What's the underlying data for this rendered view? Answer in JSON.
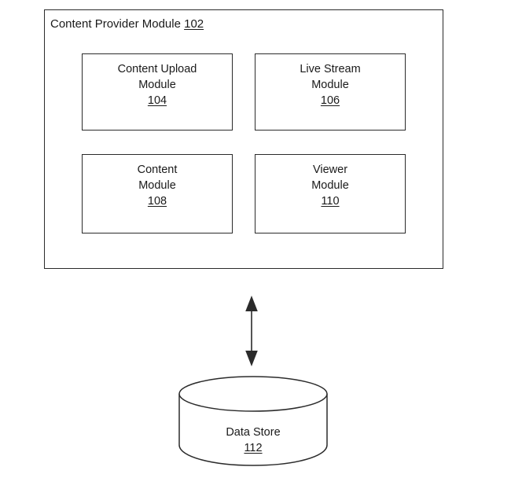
{
  "diagram": {
    "container": {
      "title_text": "Content Provider Module",
      "title_ref": "102",
      "name": "Content Provider Module 102"
    },
    "modules": [
      {
        "line1": "Content Upload",
        "line2": "Module",
        "ref": "104"
      },
      {
        "line1": "Live Stream",
        "line2": "Module",
        "ref": "106"
      },
      {
        "line1": "Content",
        "line2": "Module",
        "ref": "108"
      },
      {
        "line1": "Viewer",
        "line2": "Module",
        "ref": "110"
      }
    ],
    "connector": {
      "type": "double-headed-arrow",
      "orientation": "vertical",
      "label": ""
    },
    "data_store": {
      "label": "Data Store",
      "ref": "112"
    },
    "colors": {
      "stroke": "#2b2b2b",
      "text": "#1a1a1a",
      "background": "#ffffff"
    }
  }
}
